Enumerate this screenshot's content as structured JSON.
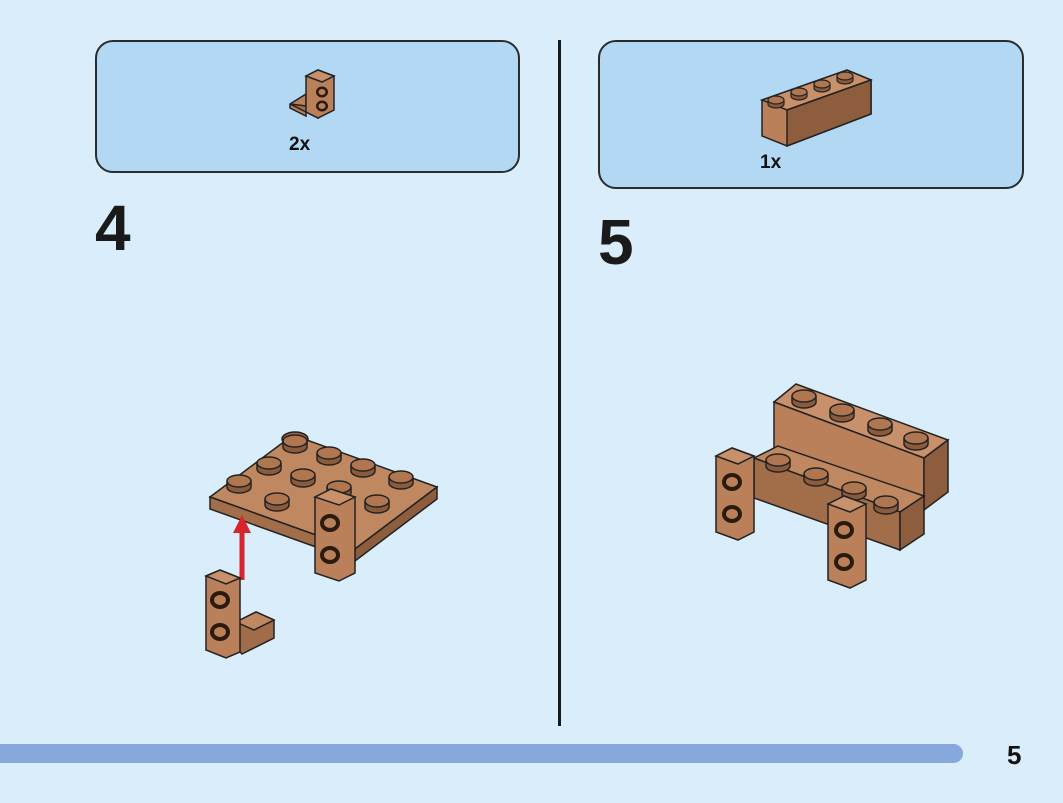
{
  "page": {
    "page_number": "5",
    "progress_bar_color": "#86a8dc",
    "background_color": "#d9edfb"
  },
  "steps": [
    {
      "number": "4",
      "parts": [
        {
          "name": "brown-bracket-1x2-2x2-icon",
          "quantity": "2x"
        }
      ],
      "illustration": "brown-plate-assembly-with-bracket-icon",
      "arrow": "red-up-arrow-icon"
    },
    {
      "number": "5",
      "parts": [
        {
          "name": "brown-brick-1x4-icon",
          "quantity": "1x"
        }
      ],
      "illustration": "brown-bench-assembly-icon"
    }
  ],
  "colors": {
    "brick": "#b9805a",
    "brick_dark": "#8e5d3e",
    "parts_box": "#b3d8f4",
    "arrow": "#d8242c"
  }
}
